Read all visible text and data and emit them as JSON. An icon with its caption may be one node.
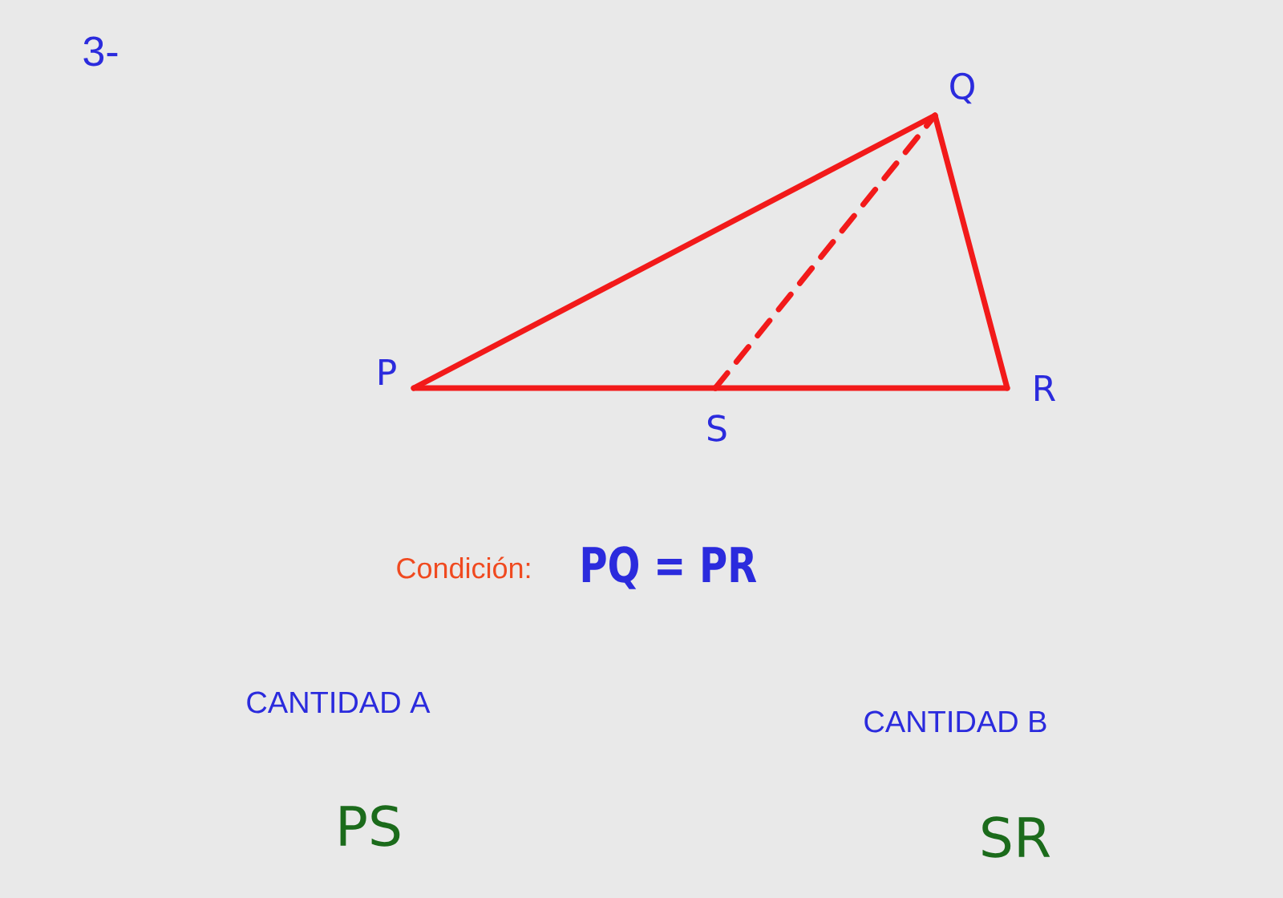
{
  "diagram": {
    "nodes": [
      {
        "text": [],
        "shape": "point",
        "beside": [
          "P"
        ]
      },
      {
        "text": [],
        "shape": "point",
        "beside": [
          "Q"
        ]
      },
      {
        "text": [],
        "shape": "point",
        "beside": [
          "R"
        ]
      },
      {
        "text": [],
        "shape": "point",
        "beside": [
          "S"
        ]
      }
    ],
    "edges": [
      {
        "from": 0,
        "to": 1,
        "arrow": "none"
      },
      {
        "from": 1,
        "to": 2,
        "arrow": "none"
      },
      {
        "from": 0,
        "to": 3,
        "arrow": "none"
      },
      {
        "from": 3,
        "to": 2,
        "arrow": "none"
      },
      {
        "from": 3,
        "to": 1,
        "arrow": "none",
        "style": "dashed"
      }
    ],
    "labels": [
      "3-",
      "Condición:",
      "PQ = PR",
      "CANTIDAD A",
      "CANTIDAD B",
      "PS",
      "SR"
    ]
  }
}
